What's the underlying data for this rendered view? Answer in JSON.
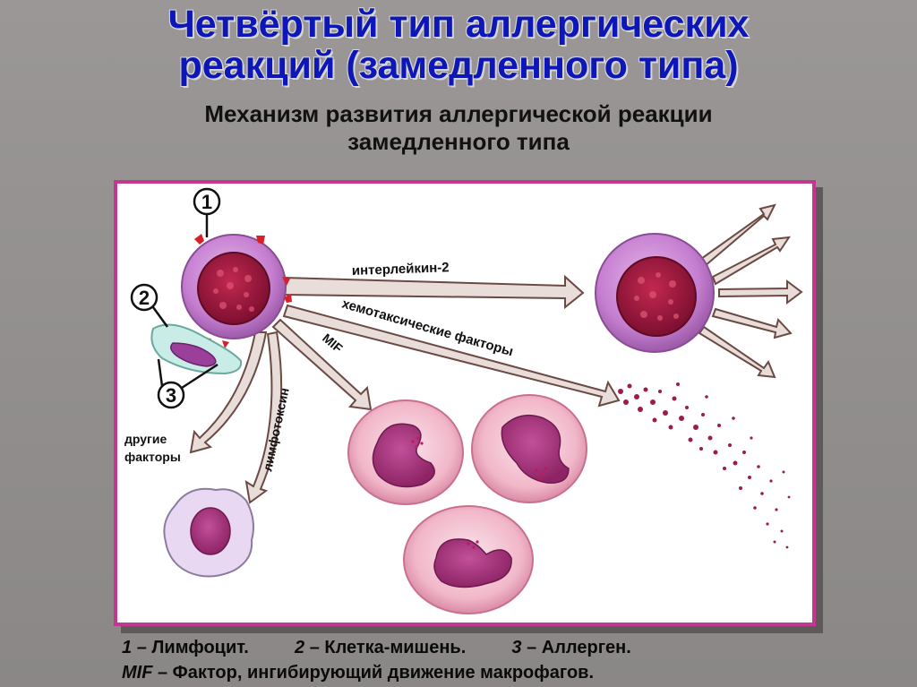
{
  "title": {
    "line1": "Четвёртый тип аллергических",
    "line2": "реакций (замедленного типа)"
  },
  "subtitle": {
    "line1": "Механизм развития аллергической реакции",
    "line2": "замедленного типа"
  },
  "diagram": {
    "markers": [
      "1",
      "2",
      "3"
    ],
    "labels": {
      "interleukin": "интерлейкин-2",
      "chemotactic": "хемотаксические факторы",
      "mif": "MIF",
      "lymphotoxin": "лимфотоксин",
      "other_factors_1": "другие",
      "other_factors_2": "факторы"
    }
  },
  "legend": {
    "n1": "1",
    "t1": "– Лимфоцит.",
    "n2": "2",
    "t2": "– Клетка-мишень.",
    "n3": "3",
    "t3": "– Аллерген.",
    "mif": "MIF",
    "mif_text": "– Фактор, ингибирующий движение макрофагов."
  },
  "colors": {
    "title": "#0d17b8",
    "frame": "#c4378e",
    "arrow": "#7a5a52",
    "nucleus": "#a01840",
    "cell_body": "#c77ed0"
  }
}
